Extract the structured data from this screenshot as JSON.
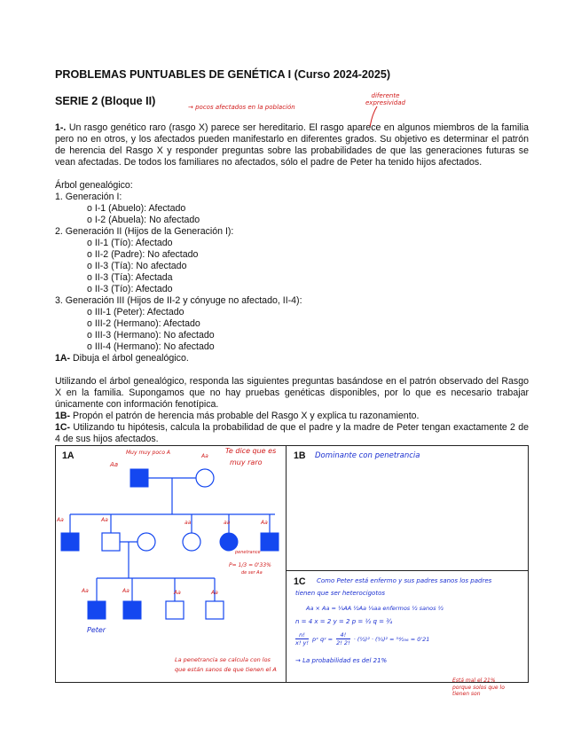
{
  "header": {
    "title": "PROBLEMAS PUNTUABLES DE GENÉTICA I (Curso 2024-2025)",
    "serie": "SERIE 2 (Bloque II)"
  },
  "problem": {
    "number": "1-.",
    "intro": "Un rasgo genético raro (rasgo X) parece ser hereditario. El rasgo aparece en algunos miembros de la familia pero no en otros, y los afectados pueden manifestarlo en diferentes grados. Su objetivo es determinar el patrón de herencia del Rasgo X y responder preguntas sobre las probabilidades de que las generaciones futuras se vean afectadas. De todos los familiares no afectados, sólo el padre de Peter ha tenido hijos afectados.",
    "tree_heading": "Árbol genealógico:",
    "generations": [
      {
        "title": "1. Generación I:",
        "members": [
          "o I-1 (Abuelo): Afectado",
          "o I-2 (Abuela): No afectado"
        ]
      },
      {
        "title": "2. Generación II (Hijos de la Generación I):",
        "members": [
          "o II-1 (Tío): Afectado",
          "o II-2 (Padre): No afectado",
          "o II-3 (Tía): No afectado",
          "o II-3 (Tía): Afectada",
          "o II-3 (Tío): Afectado"
        ]
      },
      {
        "title": "3. Generación III (Hijos de II-2 y cónyuge no afectado, II-4):",
        "members": [
          "o III-1 (Peter): Afectado",
          "o III-2 (Hermano): Afectado",
          "o III-3 (Hermano): No afectado",
          "o III-4 (Hermano): No afectado"
        ]
      }
    ],
    "q1a_label": "1A-",
    "q1a_text": "Dibuja el árbol genealógico.",
    "instructions": "Utilizando el árbol genealógico, responda las siguientes preguntas basándose en el patrón observado del Rasgo X en la familia. Supongamos que no hay pruebas genéticas disponibles, por lo que es necesario trabajar únicamente con información fenotípica.",
    "q1b_label": "1B-",
    "q1b_text": "Propón el patrón de herencia más probable del Rasgo X y explica tu razonamiento.",
    "q1c_label": "1C-",
    "q1c_text": "Utilizando tu hipótesis, calcula la probabilidad de que el padre y la madre de Peter tengan exactamente 2 de 4 de sus hijos afectados."
  },
  "margin_notes": {
    "poco_frecuente": "pocos afectados en la población",
    "diferente_expresividad": [
      "diferente",
      "expresividad"
    ]
  },
  "answer_box": {
    "label_1a": "1A",
    "label_1b": "1B",
    "label_1c": "1C",
    "pedigree_notes": {
      "gen1_genotypes": [
        "Aa",
        "Aa"
      ],
      "gen1_note": "Muy muy poco A",
      "top_right": [
        "Te dice que es",
        "muy raro"
      ],
      "gen2_genotypes": [
        "Aa",
        "Aa",
        "aa",
        "aa",
        "Aa"
      ],
      "penetrance_note": [
        "P= 1/3 = 0'33%",
        "de ser Aa"
      ],
      "penetrance_small": "penetrance",
      "gen3_genotypes": [
        "Aa",
        "Aa",
        "Aa",
        "Aa"
      ],
      "peter": "Peter",
      "bottom_note": [
        "La penetrancia se calcula con los",
        "que están sanos de que tienen el A"
      ]
    },
    "answer_1b": "Dominante con penetrancia",
    "answer_1c": {
      "line1": "Como Peter está enfermo y sus padres sanos los padres",
      "line2": "tienen que ser heterocigotos",
      "line3": "Aa × Aa = ¼AA ½Aa ¼aa  enfermos ½  sanos ½",
      "line4": "n = 4   x = 2   y = 2   p = ½   q = ¾",
      "frac_a_num": "n!",
      "frac_a_den": "x! y!",
      "pq": "pˣ qʸ =",
      "frac_b_num": "4!",
      "frac_b_den": "2! 2!",
      "result": "· (½)² · (¾)² = ⁵⁴⁄₂₅₆ = 0'21",
      "line6": "→ La probabilidad es del 21%"
    },
    "bottom_right_note": [
      "Está mal el 21%",
      "porque solos que lo",
      "tienen son"
    ]
  },
  "colors": {
    "red_ink": "#d11a1a",
    "blue_ink": "#1a2fd0",
    "affected_fill": "#1447f0"
  }
}
